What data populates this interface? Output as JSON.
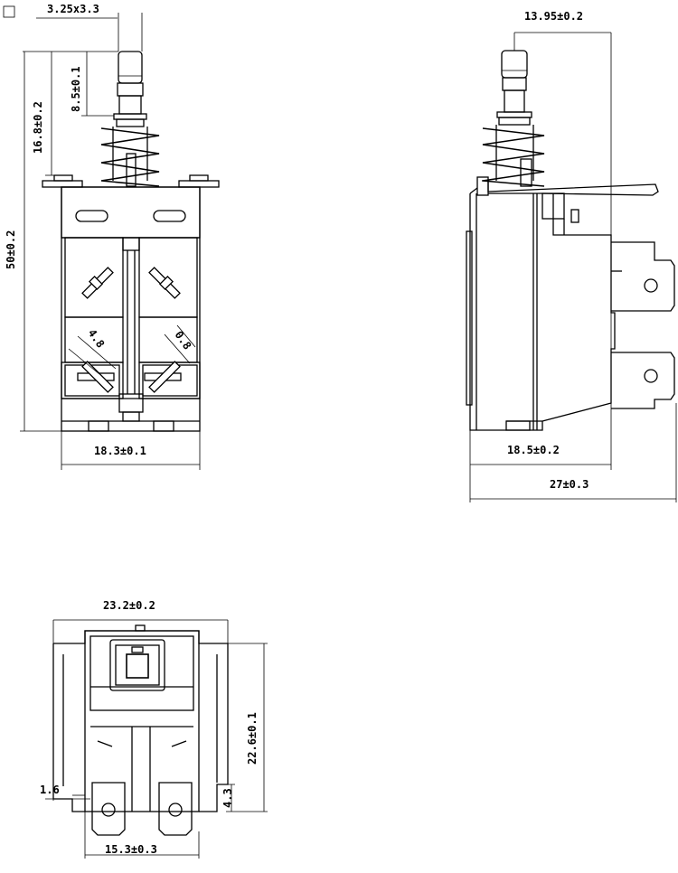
{
  "dimensions": {
    "top_marker": "3.25x3.3",
    "stroke": "8.5±0.1",
    "plunger_height": "16.8±0.2",
    "total_height": "50±0.2",
    "body_width": "18.3±0.1",
    "terminal_angle_left": "4.8",
    "terminal_angle_right": "0.8",
    "side_plunger_offset": "13.95±0.2",
    "side_body_depth": "18.5±0.2",
    "side_total_depth": "27±0.3",
    "bottom_total_width": "23.2±0.2",
    "bottom_height": "22.6±0.1",
    "bottom_tab_offset": "1.6",
    "bottom_terminal_height": "4.3",
    "bottom_terminal_spacing": "15.3±0.3"
  },
  "colors": {
    "line": "#000000",
    "background": "#ffffff"
  }
}
